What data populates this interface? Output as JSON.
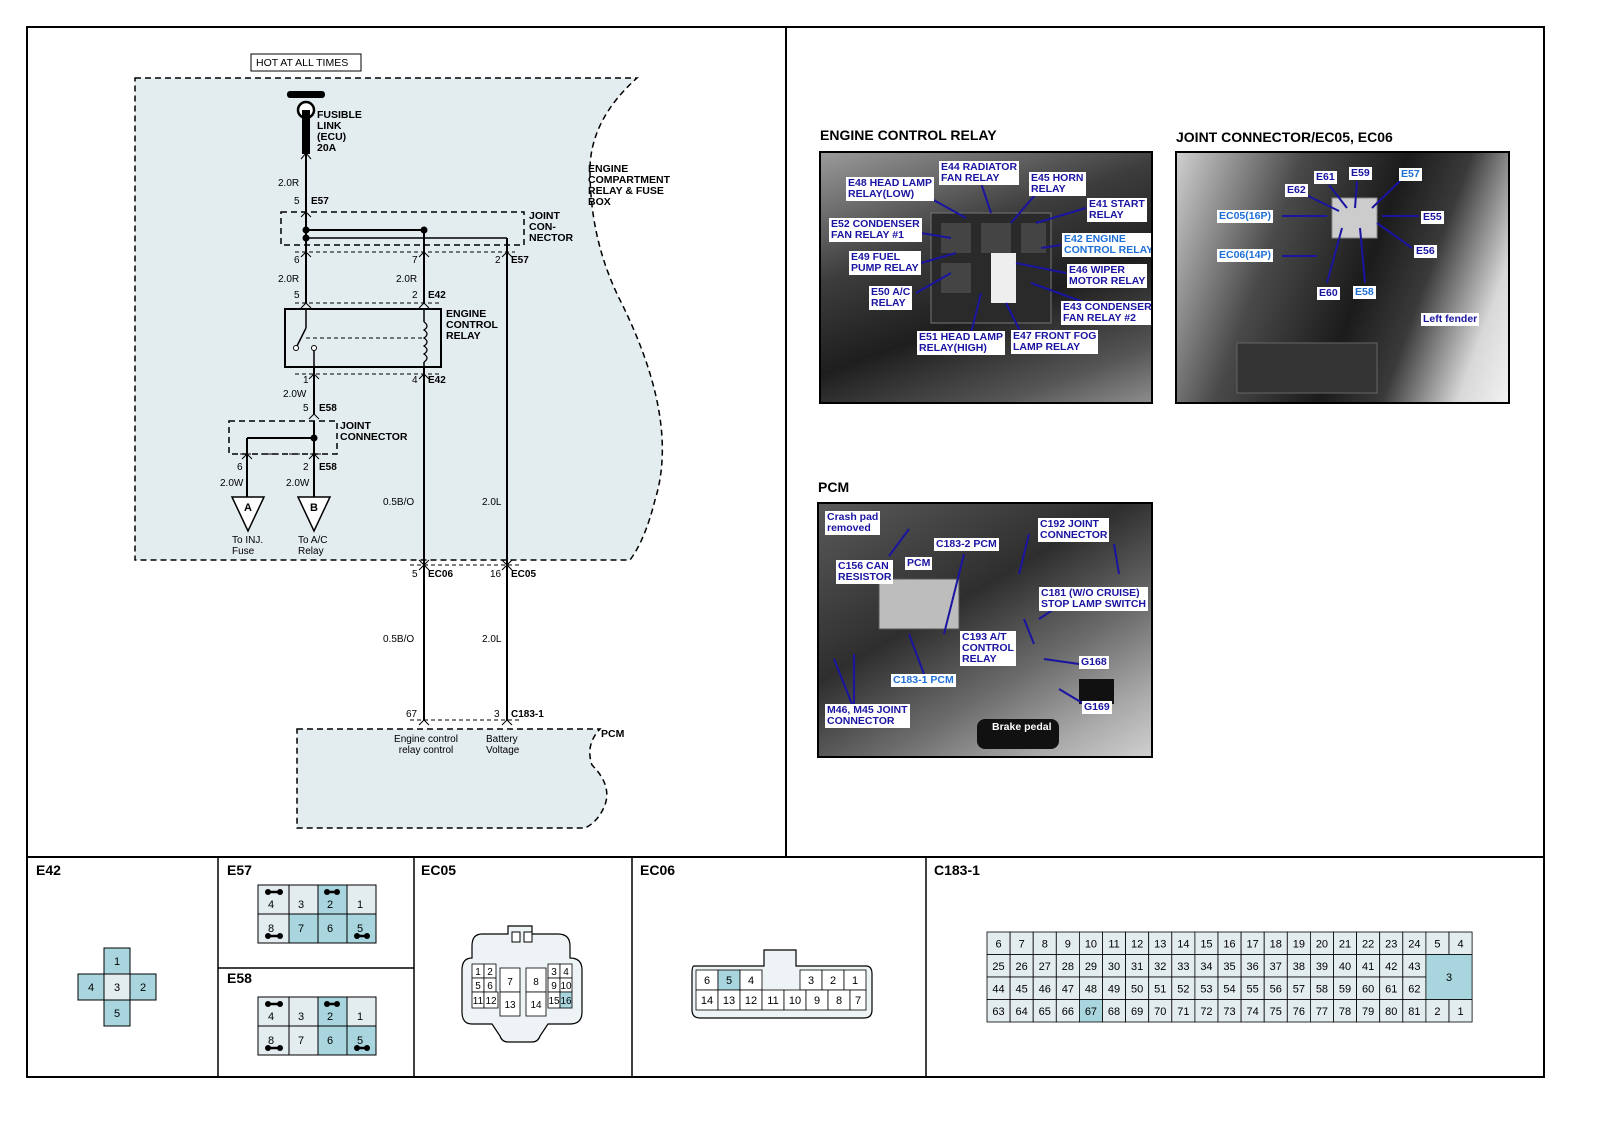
{
  "schematic": {
    "hot_label": "HOT AT ALL TIMES",
    "fusible_link": [
      "FUSIBLE",
      "LINK",
      "(ECU)",
      "20A"
    ],
    "box_label": [
      "ENGINE",
      "COMPARTMENT",
      "RELAY & FUSE",
      "BOX"
    ],
    "wire_e57_top": {
      "gauge": "2.0R",
      "pin": "5",
      "conn": "E57"
    },
    "joint_connector_top": [
      "JOINT",
      "CON-",
      "NECTOR"
    ],
    "pins_below_joint": {
      "p6": "6",
      "p7": "7",
      "p2": "2",
      "conn": "E57"
    },
    "wire_left": "2.0R",
    "wire_mid": "2.0R",
    "relay_pins_top": {
      "p5": "5",
      "p2": "2",
      "conn": "E42"
    },
    "relay_label": [
      "ENGINE",
      "CONTROL",
      "RELAY"
    ],
    "relay_pins_bottom": {
      "p1": "1",
      "p4": "4",
      "conn": "E42"
    },
    "wire_20w": "2.0W",
    "e58_top": {
      "pin": "5",
      "conn": "E58"
    },
    "joint_connector_lower": [
      "JOINT",
      "CONNECTOR"
    ],
    "e58_bottom": {
      "p6": "6",
      "p2": "2",
      "conn": "E58"
    },
    "branch_a": {
      "gauge": "2.0W",
      "letter": "A",
      "to": [
        "To INJ.",
        "Fuse"
      ]
    },
    "branch_b": {
      "gauge": "2.0W",
      "letter": "B",
      "to": [
        "To A/C",
        "Relay"
      ]
    },
    "wire_bo_upper": "0.5B/O",
    "wire_l_upper": "2.0L",
    "ec06": {
      "pin": "5",
      "conn": "EC06"
    },
    "ec05": {
      "pin": "16",
      "conn": "EC05"
    },
    "wire_bo_lower": "0.5B/O",
    "wire_l_lower": "2.0L",
    "pcm_pins": {
      "p67": "67",
      "p3": "3",
      "conn": "C183-1"
    },
    "pcm_label": "PCM",
    "pcm_pin_desc_left": [
      "Engine control",
      "relay control"
    ],
    "pcm_pin_desc_right": [
      "Battery",
      "Voltage"
    ]
  },
  "photos": {
    "engine_control_relay": {
      "title": "ENGINE CONTROL RELAY",
      "callouts": [
        {
          "text": "E44 RADIATOR\nFAN RELAY",
          "style": "blue"
        },
        {
          "text": "E48 HEAD LAMP\nRELAY(LOW)",
          "style": "blue"
        },
        {
          "text": "E45 HORN\nRELAY",
          "style": "blue"
        },
        {
          "text": "E41 START\nRELAY",
          "style": "blue"
        },
        {
          "text": "E52 CONDENSER\nFAN RELAY #1",
          "style": "blue"
        },
        {
          "text": "E42 ENGINE\nCONTROL RELAY",
          "style": "lightblue"
        },
        {
          "text": "E49 FUEL\nPUMP RELAY",
          "style": "blue"
        },
        {
          "text": "E46 WIPER\nMOTOR RELAY",
          "style": "blue"
        },
        {
          "text": "E50 A/C\nRELAY",
          "style": "blue"
        },
        {
          "text": "E43 CONDENSER\nFAN RELAY #2",
          "style": "blue"
        },
        {
          "text": "E51 HEAD LAMP\nRELAY(HIGH)",
          "style": "blue"
        },
        {
          "text": "E47 FRONT FOG\nLAMP RELAY",
          "style": "blue"
        }
      ]
    },
    "joint_connector": {
      "title": "JOINT CONNECTOR/EC05, EC06",
      "callouts": [
        {
          "text": "E59",
          "style": "blue"
        },
        {
          "text": "E57",
          "style": "lightblue"
        },
        {
          "text": "E61",
          "style": "blue"
        },
        {
          "text": "E62",
          "style": "blue"
        },
        {
          "text": "EC05(16P)",
          "style": "lightblue"
        },
        {
          "text": "E55",
          "style": "blue"
        },
        {
          "text": "EC06(14P)",
          "style": "lightblue"
        },
        {
          "text": "E56",
          "style": "blue"
        },
        {
          "text": "E60",
          "style": "blue"
        },
        {
          "text": "E58",
          "style": "lightblue"
        },
        {
          "text": "Left fender",
          "style": "blue"
        }
      ]
    },
    "pcm": {
      "title": "PCM",
      "callouts": [
        {
          "text": "Crash pad\nremoved",
          "style": "blue"
        },
        {
          "text": "C192 JOINT\nCONNECTOR",
          "style": "blue"
        },
        {
          "text": "C183-2 PCM",
          "style": "blue"
        },
        {
          "text": "PCM",
          "style": "blue"
        },
        {
          "text": "C156 CAN\nRESISTOR",
          "style": "blue"
        },
        {
          "text": "C181 (W/O CRUISE)\nSTOP LAMP SWITCH",
          "style": "blue"
        },
        {
          "text": "C193 A/T\nCONTROL\nRELAY",
          "style": "blue"
        },
        {
          "text": "G168",
          "style": "blue"
        },
        {
          "text": "C183-1 PCM",
          "style": "lightblue"
        },
        {
          "text": "G169",
          "style": "blue"
        },
        {
          "text": "M46, M45 JOINT\nCONNECTOR",
          "style": "blue"
        },
        {
          "text": "Brake pedal",
          "style": "white"
        }
      ]
    }
  },
  "connectors": {
    "e42": {
      "title": "E42",
      "pins": [
        "1",
        "4",
        "3",
        "2",
        "5"
      ]
    },
    "e57": {
      "title": "E57",
      "top": [
        "4",
        "3",
        "2",
        "1"
      ],
      "bottom": [
        "8",
        "7",
        "6",
        "5"
      ]
    },
    "e58": {
      "title": "E58",
      "top": [
        "4",
        "3",
        "2",
        "1"
      ],
      "bottom": [
        "8",
        "7",
        "6",
        "5"
      ]
    },
    "ec05": {
      "title": "EC05",
      "pins": [
        "1",
        "2",
        "3",
        "4",
        "5",
        "6",
        "7",
        "8",
        "9",
        "10",
        "11",
        "12",
        "13",
        "14",
        "15",
        "16"
      ]
    },
    "ec06": {
      "title": "EC06",
      "top": [
        "6",
        "5",
        "4",
        "3",
        "2",
        "1"
      ],
      "bottom": [
        "14",
        "13",
        "12",
        "11",
        "10",
        "9",
        "8",
        "7"
      ]
    },
    "c183_1": {
      "title": "C183-1",
      "rows": [
        [
          "6",
          "7",
          "8",
          "9",
          "10",
          "11",
          "12",
          "13",
          "14",
          "15",
          "16",
          "17",
          "18",
          "19",
          "20",
          "21",
          "22",
          "23",
          "24",
          "5",
          "4"
        ],
        [
          "25",
          "26",
          "27",
          "28",
          "29",
          "30",
          "31",
          "32",
          "33",
          "34",
          "35",
          "36",
          "37",
          "38",
          "39",
          "40",
          "41",
          "42",
          "43"
        ],
        [
          "44",
          "45",
          "46",
          "47",
          "48",
          "49",
          "50",
          "51",
          "52",
          "53",
          "54",
          "55",
          "56",
          "57",
          "58",
          "59",
          "60",
          "61",
          "62"
        ],
        [
          "63",
          "64",
          "65",
          "66",
          "67",
          "68",
          "69",
          "70",
          "71",
          "72",
          "73",
          "74",
          "75",
          "76",
          "77",
          "78",
          "79",
          "80",
          "81",
          "2",
          "1"
        ]
      ],
      "big_pin": "3"
    }
  },
  "colors": {
    "fill": "#e3ecef",
    "highlight": "#a9d6de",
    "callout_blue": "#1a14a0",
    "callout_lightblue": "#1d6fd6"
  }
}
